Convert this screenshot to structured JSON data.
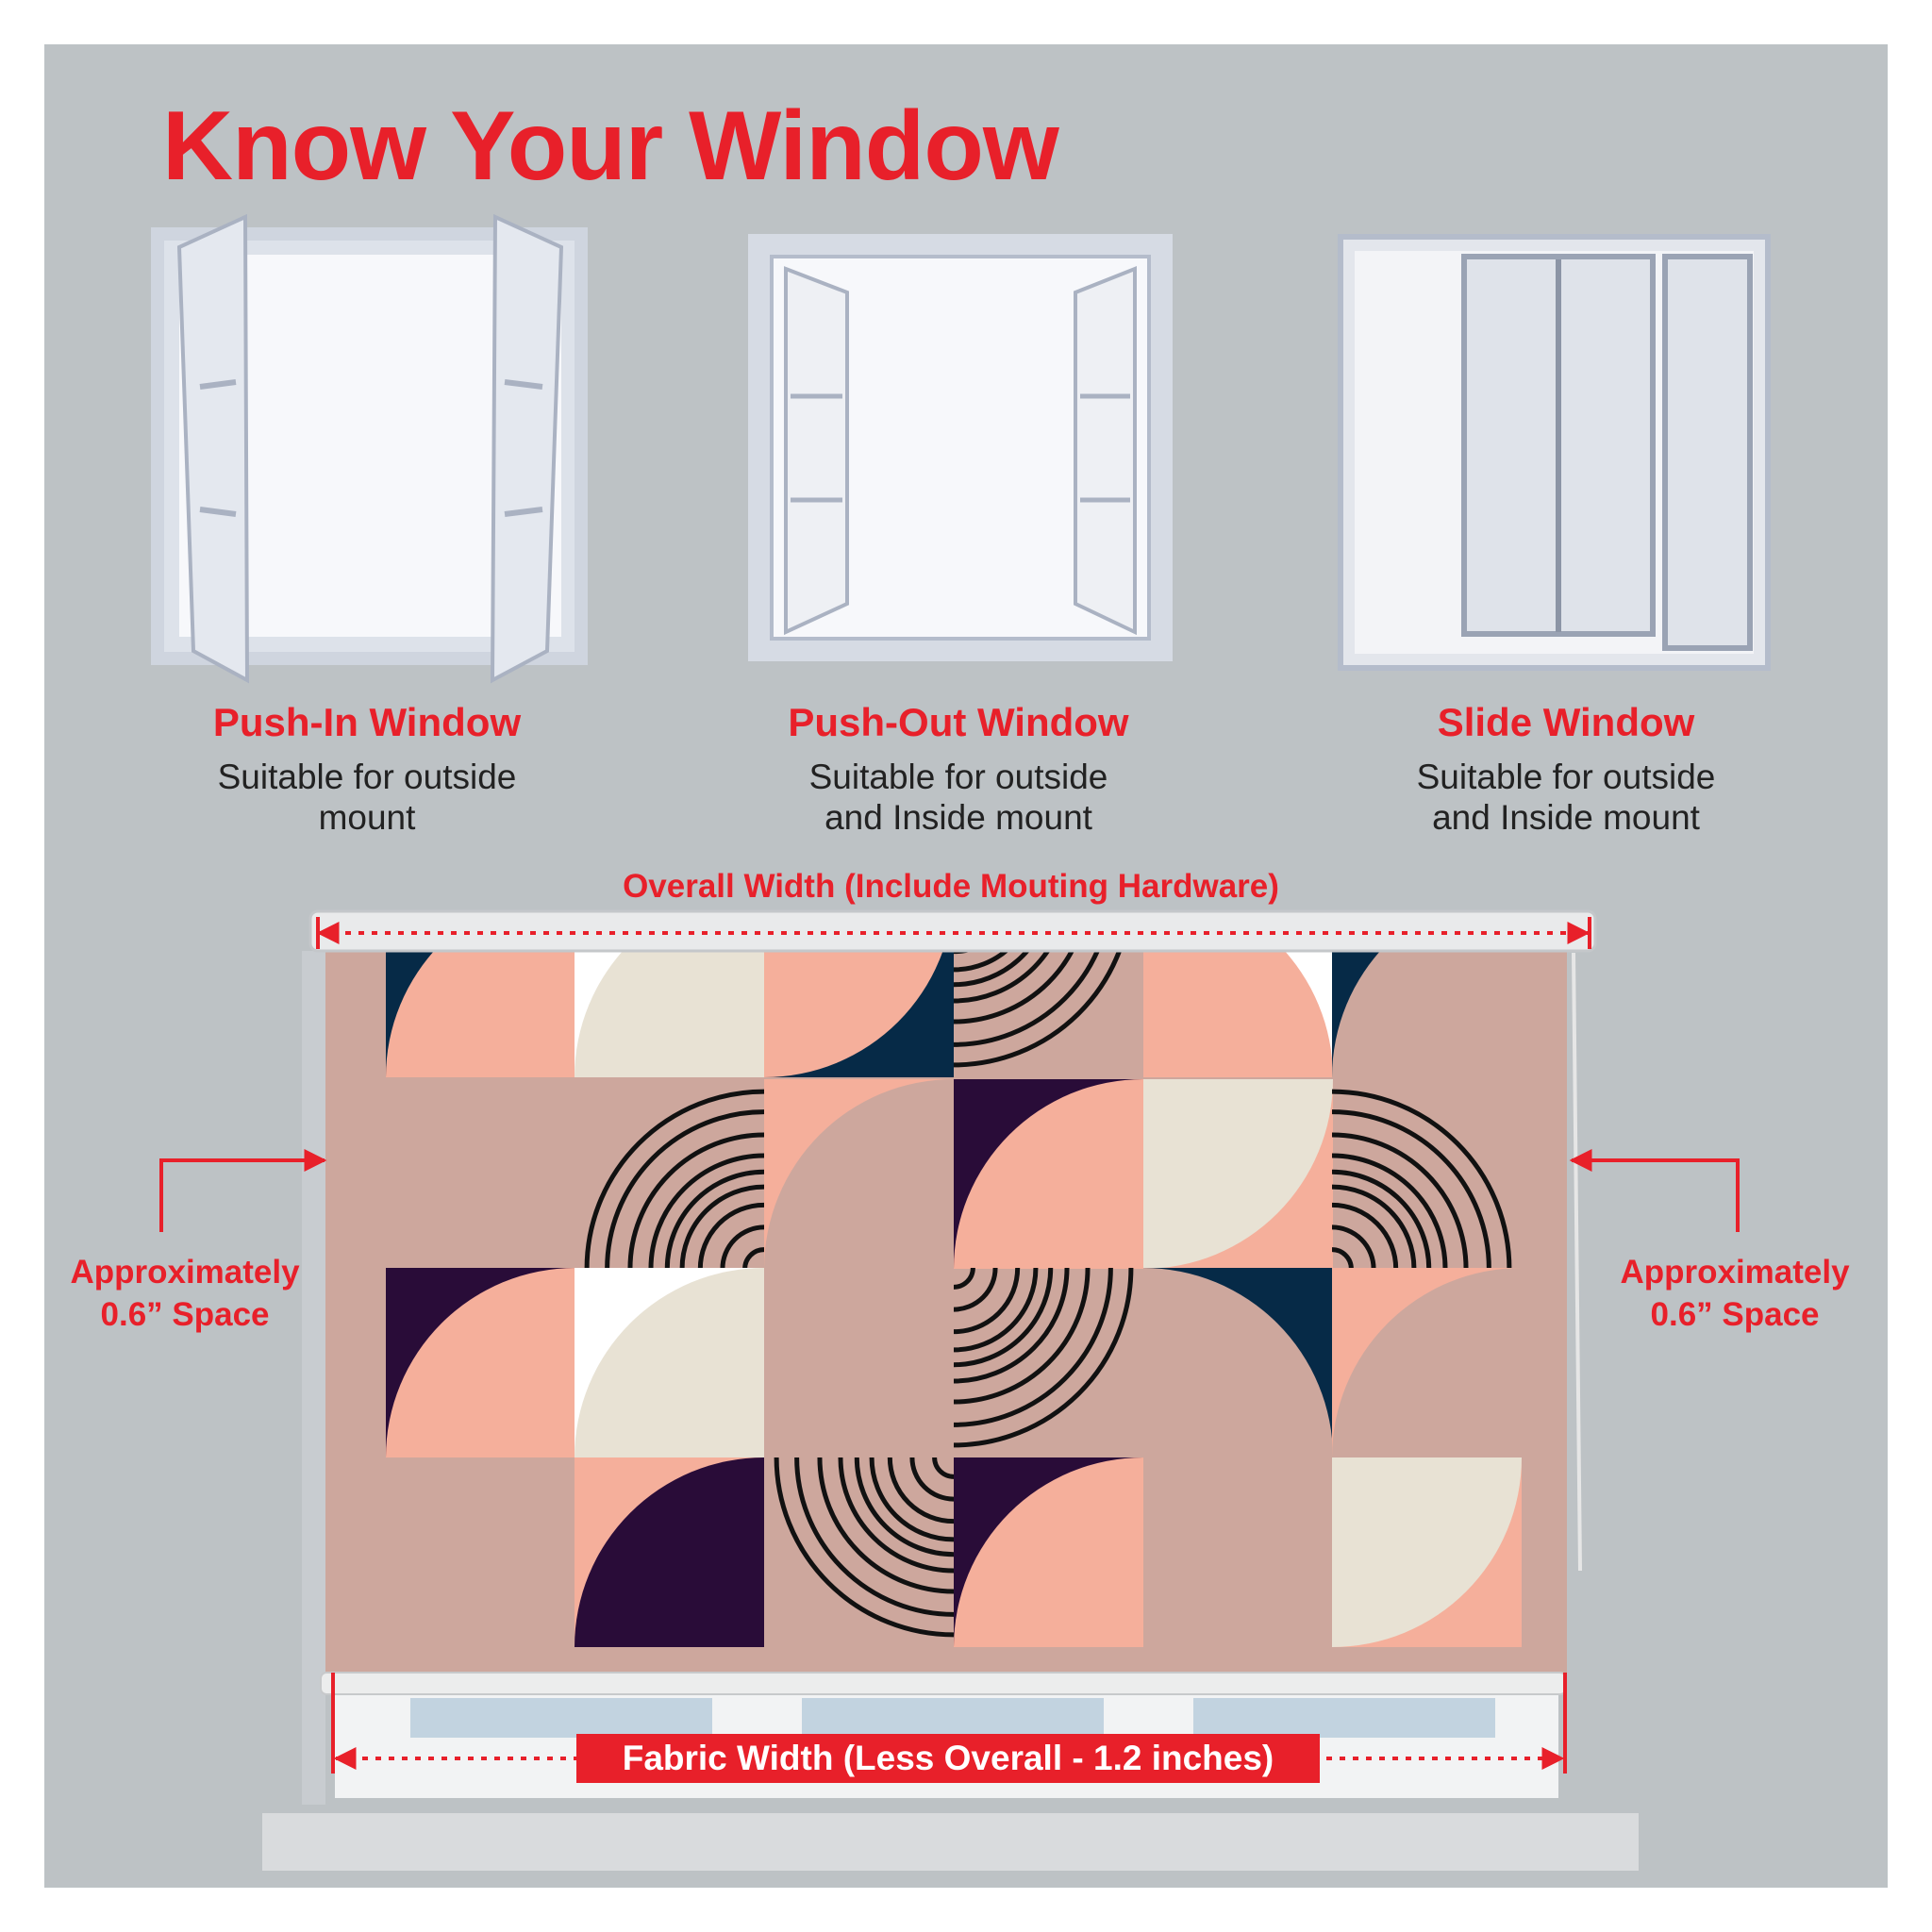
{
  "title": "Know Your Window",
  "windows": [
    {
      "label": "Push-In Window",
      "desc_line1": "Suitable for outside",
      "desc_line2": "mount"
    },
    {
      "label": "Push-Out Window",
      "desc_line1": "Suitable for outside",
      "desc_line2": "and Inside mount"
    },
    {
      "label": "Slide Window",
      "desc_line1": "Suitable for outside",
      "desc_line2": "and Inside mount"
    }
  ],
  "diagram": {
    "overall_width": "Overall Width (Include Mouting Hardware)",
    "left_space_line1": "Approximately",
    "left_space_line2": "0.6” Space",
    "right_space_line1": "Approximately",
    "right_space_line2": "0.6” Space",
    "fabric_width": "Fabric Width (Less Overall - 1.2 inches)"
  },
  "colors": {
    "accent_red": "#e8202a",
    "background": "#bdc2c5",
    "mauve": "#cda79d",
    "salmon": "#f5af9b",
    "cream": "#e8e2d4",
    "navy": "#062a47",
    "purple": "#290c38",
    "white": "#ffffff"
  },
  "pattern": [
    [
      [
        "navy",
        "salmon",
        "br"
      ],
      [
        "white",
        "cream",
        "br"
      ],
      [
        "navy",
        "salmon",
        "tl"
      ],
      [
        "rings",
        "tl"
      ],
      [
        "white",
        "salmon",
        "bl"
      ],
      [
        "navy",
        "mauve",
        "br"
      ]
    ],
    [
      [
        "mauve"
      ],
      [
        "rings",
        "br"
      ],
      [
        "salmon",
        "mauve",
        "br"
      ],
      [
        "purple",
        "salmon",
        "br"
      ],
      [
        "salmon",
        "cream",
        "tl"
      ],
      [
        "rings",
        "bl"
      ]
    ],
    [
      [
        "purple",
        "salmon",
        "br"
      ],
      [
        "white",
        "cream",
        "br"
      ],
      [
        "mauve"
      ],
      [
        "rings",
        "tl"
      ],
      [
        "navy",
        "mauve",
        "bl"
      ],
      [
        "salmon",
        "mauve",
        "br"
      ]
    ],
    [
      [
        "mauve"
      ],
      [
        "salmon",
        "purple",
        "br"
      ],
      [
        "rings",
        "tr"
      ],
      [
        "purple",
        "salmon",
        "br"
      ],
      [
        "mauve"
      ],
      [
        "salmon",
        "cream",
        "tl"
      ]
    ]
  ]
}
